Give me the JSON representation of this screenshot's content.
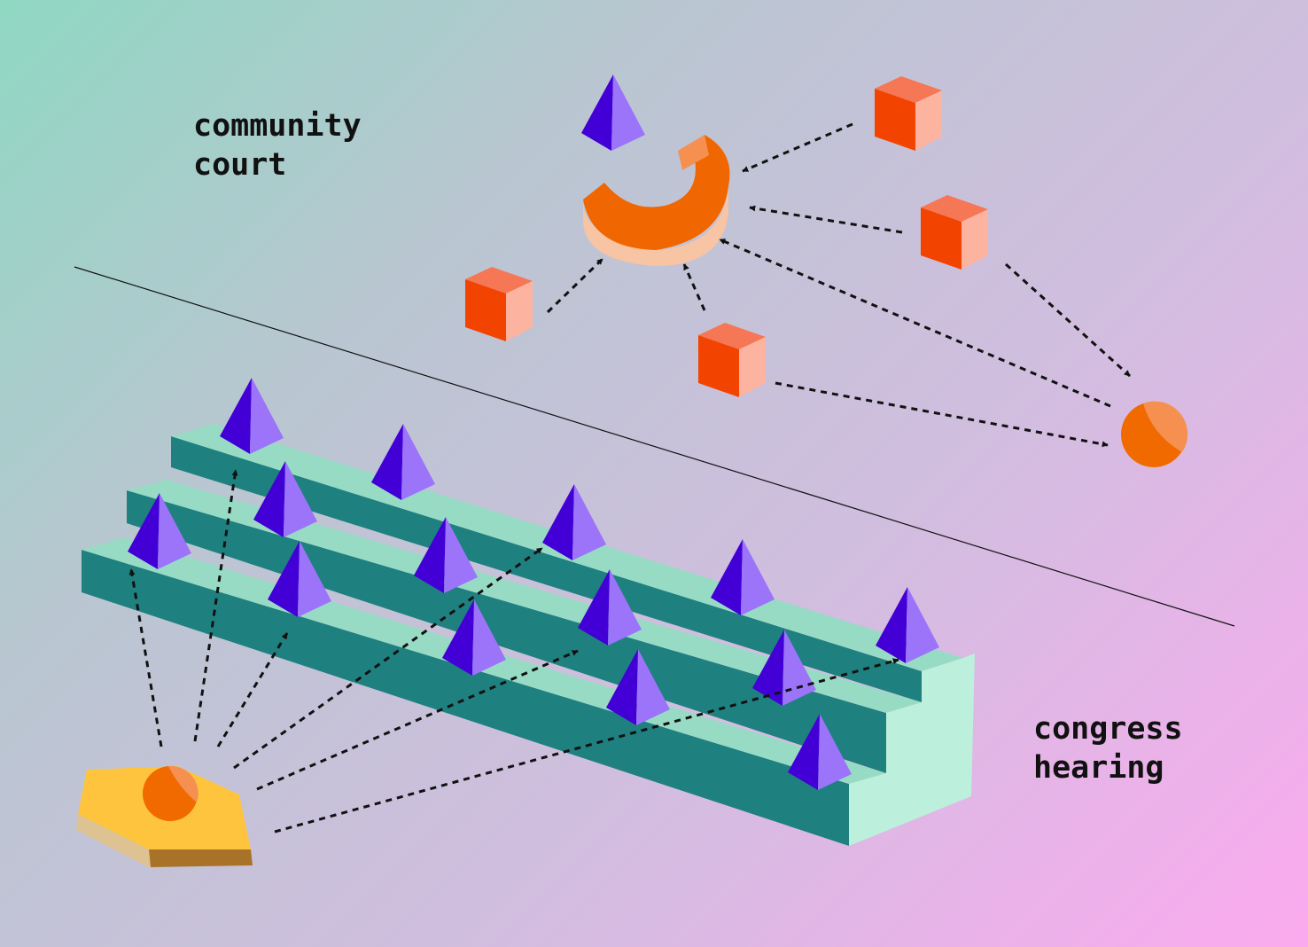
{
  "colors": {
    "background_start": "#8fd8c2",
    "background_mid": "#c9bfd9",
    "background_end": "#fbaaef",
    "pyramid_dark": "#4200d6",
    "pyramid_light": "#9b74fa",
    "cube_front": "#f24400",
    "cube_top": "#f57755",
    "cube_side": "#fcb3a0",
    "arc_top": "#f06600",
    "arc_side": "#f7c4a4",
    "ball": "#f06a00",
    "ball_highlight": "#f59050",
    "stairs_top": "#98dbc4",
    "stairs_face": "#1f8080",
    "stairs_end": "#bdf0dc",
    "podium_top": "#ffc43d",
    "podium_side": "#a87328",
    "arrows": "#111111",
    "divider": "#111111"
  },
  "labels": {
    "community_court": [
      "community",
      "court"
    ],
    "congress_hearing": [
      "congress",
      "hearing"
    ]
  },
  "icons": {
    "court_judge": "purple-pyramid-icon",
    "court_bench": "orange-arc-icon",
    "community_member": "orange-cube-icon",
    "congress_member": "purple-pyramid-icon",
    "speaker": "orange-ball-icon",
    "speaker_podium": "yellow-podium-icon"
  }
}
